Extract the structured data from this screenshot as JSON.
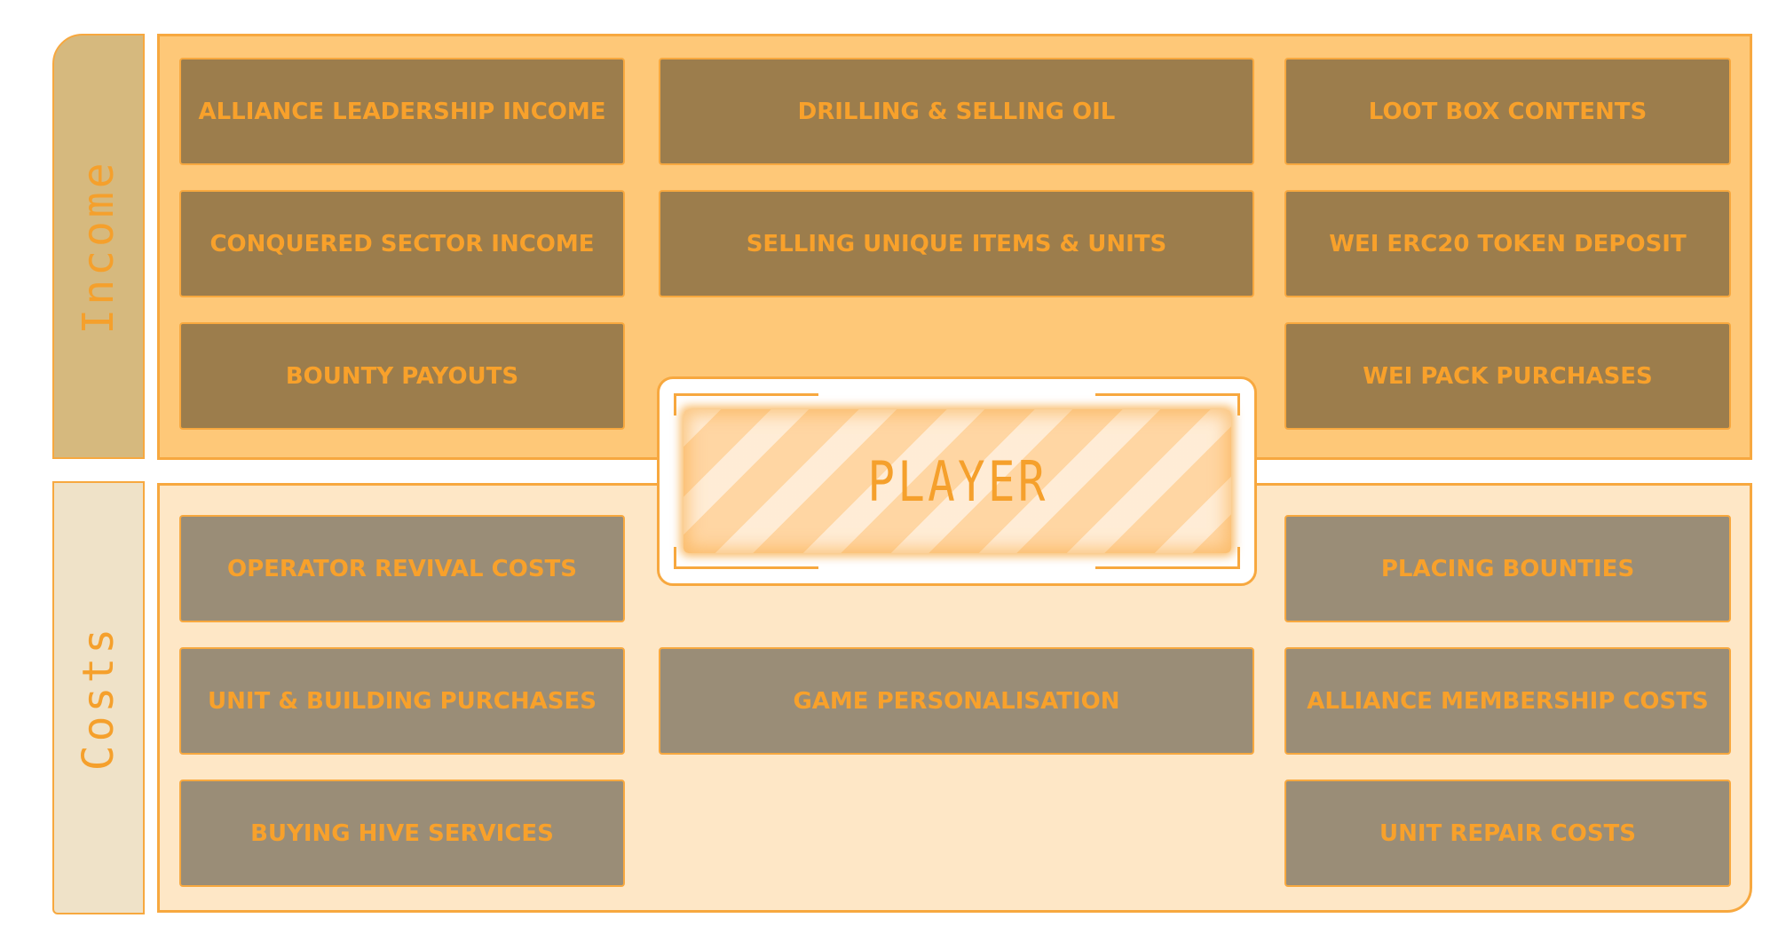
{
  "sections": {
    "income_label": "Income",
    "costs_label": "Costs"
  },
  "center": {
    "label": "PLAYER"
  },
  "income_items": [
    "ALLIANCE LEADERSHIP INCOME",
    "DRILLING & SELLING OIL",
    "LOOT BOX CONTENTS",
    "CONQUERED SECTOR INCOME",
    "SELLING UNIQUE ITEMS & UNITS",
    "WEI ERC20 TOKEN DEPOSIT",
    "BOUNTY PAYOUTS",
    "WEI PACK PURCHASES"
  ],
  "cost_items": [
    "OPERATOR REVIVAL COSTS",
    "PLACING BOUNTIES",
    "UNIT & BUILDING PURCHASES",
    "GAME PERSONALISATION",
    "ALLIANCE MEMBERSHIP COSTS",
    "BUYING HIVE SERVICES",
    "UNIT REPAIR COSTS"
  ],
  "colors": {
    "accent": "#f7a83f",
    "text_orange": "#f8a12b",
    "income_panel": "#fec878",
    "costs_panel": "#fee7c6",
    "income_card": "#9c7d4c",
    "cost_card": "#9a8d77",
    "income_tab": "#d6b97e",
    "costs_tab": "#efe2c8"
  }
}
